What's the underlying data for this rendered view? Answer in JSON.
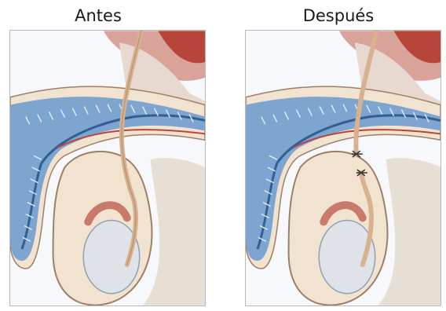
{
  "labels": {
    "before": "Antes",
    "after": "Después"
  },
  "colors": {
    "skin": "#f1e3cf",
    "skin_edge": "#9c7f66",
    "flesh": "#e7dfd3",
    "urethra_blue": "#7ea5cf",
    "urethra_dark": "#2f5f93",
    "pelvis_red": "#b8453a",
    "pelvis_pink": "#d9a39a",
    "vas_deferens": "#d8b18e",
    "testis_white": "#dfe3e8",
    "frame": "#b9b9b9"
  },
  "panels": [
    {
      "id": "before",
      "vas_cut": false
    },
    {
      "id": "after",
      "vas_cut": true
    }
  ]
}
